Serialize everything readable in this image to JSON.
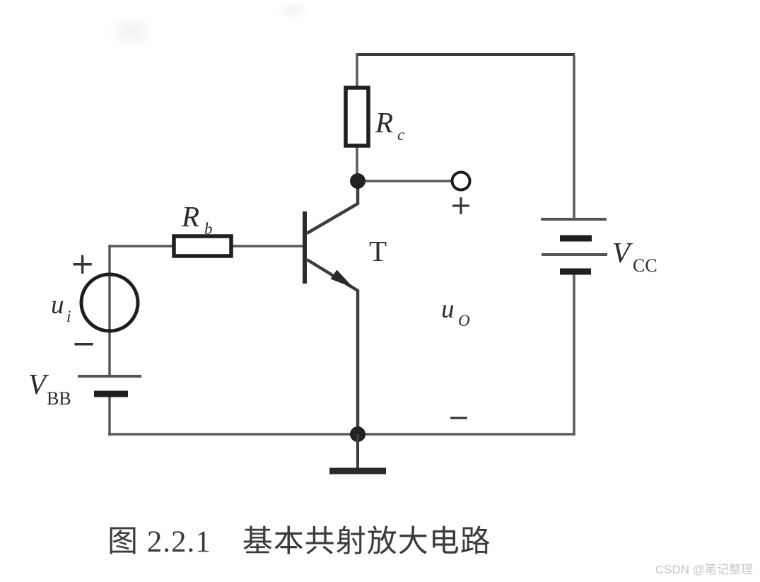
{
  "caption": "图 2.2.1　基本共射放大电路",
  "watermark": "CSDN @笔记整理",
  "labels": {
    "collector_resistor": {
      "main": "R",
      "sub": "c"
    },
    "base_resistor": {
      "main": "R",
      "sub": "b"
    },
    "transistor": "T",
    "input_source": {
      "main": "u",
      "sub": "i"
    },
    "output_voltage": {
      "main": "u",
      "sub": "O"
    },
    "base_supply": {
      "main": "V",
      "sub": "BB"
    },
    "collector_supply": {
      "main": "V",
      "sub": "CC"
    },
    "source_plus": "+",
    "source_minus": "−",
    "output_plus": "+",
    "output_minus": "−"
  },
  "colors": {
    "wire": "#5a5a5a",
    "component_ink": "#1f1f1f",
    "caption_text": "#3b3b3b",
    "watermark_text": "#c6c6c6",
    "background": "#ffffff"
  }
}
